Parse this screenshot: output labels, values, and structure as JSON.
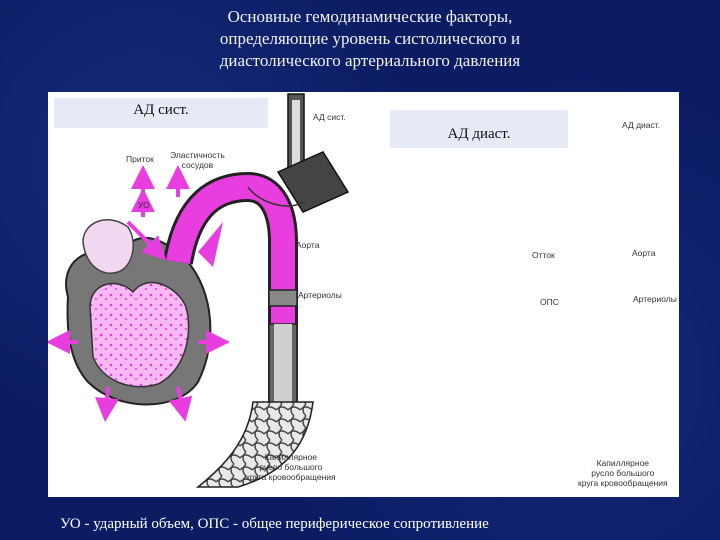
{
  "title_lines": [
    "Основные гемодинамические факторы,",
    "определяющие уровень систолического и",
    "диастолического артериального давления"
  ],
  "left": {
    "box_label": "АД сист.",
    "gauge_label": "АД сист.",
    "inflow": "Приток",
    "elasticity_line1": "Эластичность",
    "elasticity_line2": "сосудов",
    "uo": "УО",
    "aorta": "Аорта",
    "arterioles": "Артериолы",
    "cap_line1": "Капиллярное",
    "cap_line2": "русло большого",
    "cap_line3": "круга кровообращения"
  },
  "right": {
    "box_label": "АД диаст.",
    "gauge_label": "АД диаст.",
    "outflow": "Отток",
    "ops": "ОПС",
    "aorta": "Аорта",
    "arterioles": "Артериолы",
    "cap_line1": "Капиллярное",
    "cap_line2": "русло большого",
    "cap_line3": "круга кровообращения"
  },
  "footer": "УО - ударный объем, ОПС - общее периферическое сопротивление",
  "colors": {
    "background": "#0b1c63",
    "blood": "#e83ee0",
    "wall": "#6e6e6e",
    "panel": "#ffffff"
  }
}
